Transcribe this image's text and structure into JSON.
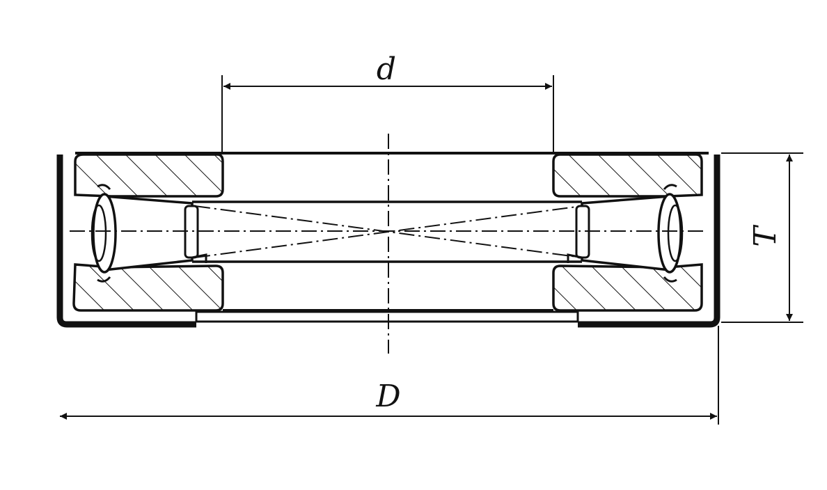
{
  "diagram": {
    "dimensions": {
      "bore": "d",
      "outer": "D",
      "height": "T"
    },
    "colors": {
      "line": "#111111",
      "background": "#ffffff"
    }
  }
}
